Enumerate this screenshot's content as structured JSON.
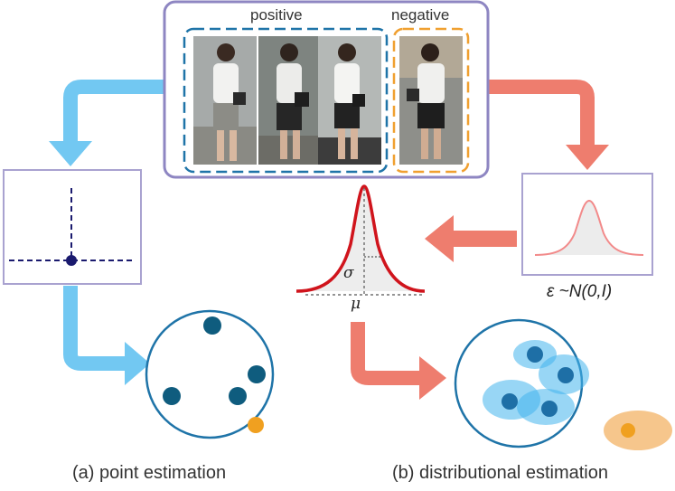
{
  "labels": {
    "positive": "positive",
    "negative": "negative",
    "sigma": "σ",
    "mu": "μ",
    "prior": "ε ~N(0,I)"
  },
  "captions": {
    "point": "(a) point estimation",
    "distributional": "(b) distributional estimation"
  },
  "colors": {
    "frame": "#8e86c2",
    "positive_box": "#1f74a8",
    "negative_box": "#f0a030",
    "arrow_left": "#72c8f2",
    "arrow_right": "#ee7d6e",
    "point_dot": "#0f5c7e",
    "negative_dot": "#f0a020",
    "gaussian_curve": "#d0141c",
    "embedding_axis": "#1a1a6e",
    "ellipse_fill": "#44b4ec",
    "negative_ellipse": "#f5c080"
  },
  "icons": [
    "person-photo",
    "gaussian-curve-icon",
    "embedding-axes-icon"
  ]
}
